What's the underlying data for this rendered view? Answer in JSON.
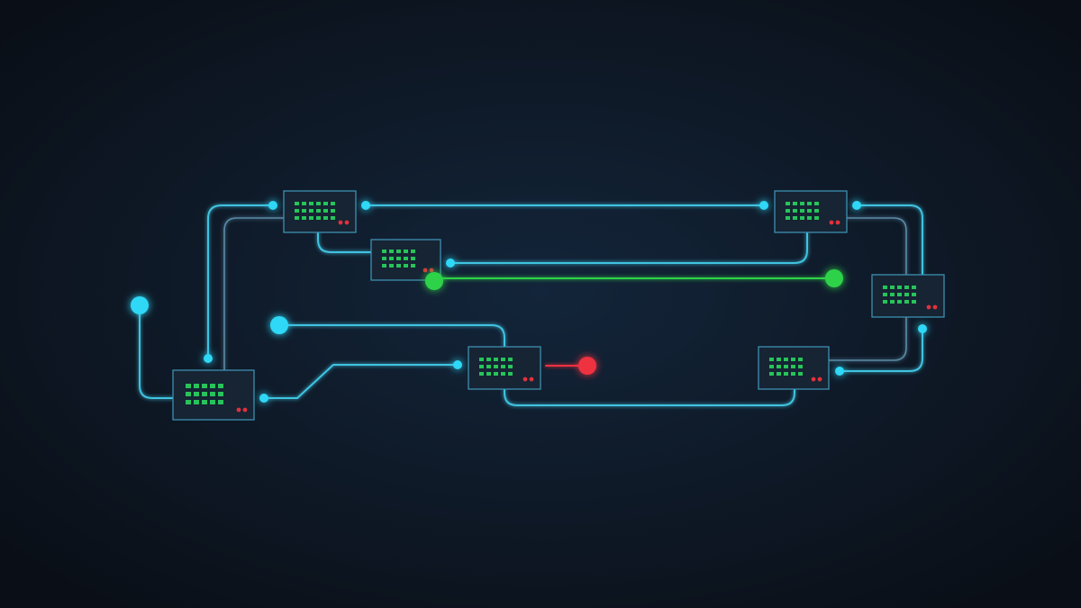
{
  "colors": {
    "background_center": "#13253a",
    "background_edge": "#0a0f17",
    "wire": "#3fc3e0",
    "wire_dim": "#5a8aa6",
    "link_active": "#2fd24a",
    "link_error": "#ef3040",
    "port": "#2fd8f6",
    "led_grid": "#27c45a",
    "led_alert": "#e0323c",
    "node_fill": "#162434",
    "node_border": "#3d8fb0"
  },
  "diagram": {
    "nodes": [
      {
        "id": "node-top-left"
      },
      {
        "id": "node-mid-left"
      },
      {
        "id": "node-bottom-left"
      },
      {
        "id": "node-center"
      },
      {
        "id": "node-top-right"
      },
      {
        "id": "node-right"
      },
      {
        "id": "node-bottom-right"
      }
    ],
    "links": [
      {
        "id": "link-left-endpoint",
        "from": "endpoint-left",
        "to": "node-bottom-left",
        "status": "normal"
      },
      {
        "id": "link-bottom-left-to-top-left-outer",
        "from": "node-bottom-left",
        "to": "node-top-left",
        "status": "normal"
      },
      {
        "id": "link-bottom-left-to-top-left-inner",
        "from": "node-bottom-left",
        "to": "node-top-left",
        "status": "dim"
      },
      {
        "id": "link-bottom-left-to-center",
        "from": "node-bottom-left",
        "to": "node-center",
        "status": "normal"
      },
      {
        "id": "link-endpoint-mid-to-center",
        "from": "endpoint-mid",
        "to": "node-center",
        "status": "normal"
      },
      {
        "id": "link-top-left-to-top-right",
        "from": "node-top-left",
        "to": "node-top-right",
        "status": "normal"
      },
      {
        "id": "link-top-left-to-mid-left",
        "from": "node-top-left",
        "to": "node-mid-left",
        "status": "normal"
      },
      {
        "id": "link-mid-left-to-top-right",
        "from": "node-mid-left",
        "to": "node-top-right",
        "status": "normal"
      },
      {
        "id": "link-active-green",
        "from": "node-mid-left",
        "to": "endpoint-green-right",
        "status": "active"
      },
      {
        "id": "link-center-error",
        "from": "node-center",
        "to": "endpoint-red",
        "status": "error"
      },
      {
        "id": "link-center-to-bottom-right",
        "from": "node-center",
        "to": "node-bottom-right",
        "status": "normal"
      },
      {
        "id": "link-top-right-to-right",
        "from": "node-top-right",
        "to": "node-right",
        "status": "normal"
      },
      {
        "id": "link-right-to-bottom-right-inner",
        "from": "node-right",
        "to": "node-bottom-right",
        "status": "dim"
      },
      {
        "id": "link-right-to-bottom-right-outer",
        "from": "node-right",
        "to": "node-bottom-right",
        "status": "normal"
      }
    ],
    "endpoints": [
      {
        "id": "endpoint-left",
        "status": "normal"
      },
      {
        "id": "endpoint-mid",
        "status": "normal"
      },
      {
        "id": "endpoint-green-left",
        "status": "active"
      },
      {
        "id": "endpoint-green-right",
        "status": "active"
      },
      {
        "id": "endpoint-red",
        "status": "error"
      }
    ]
  }
}
